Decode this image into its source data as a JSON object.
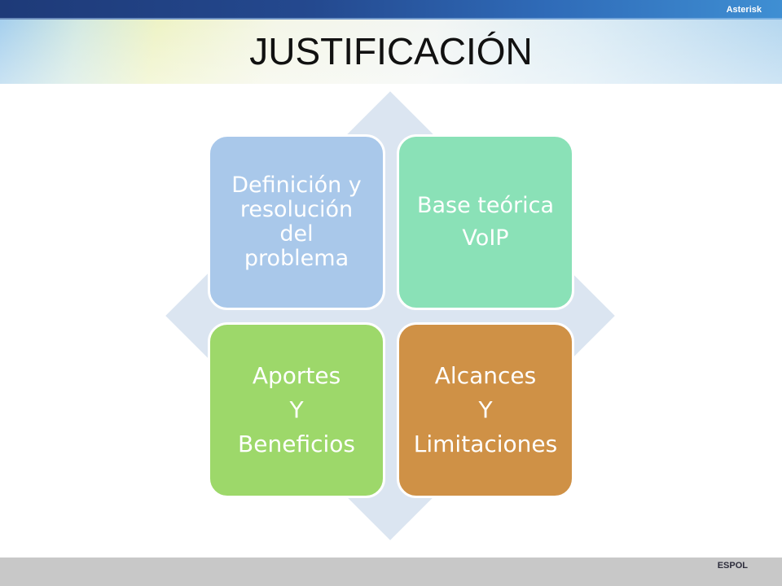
{
  "header": {
    "brand": "Asterisk",
    "title": "JUSTIFICACIÓN"
  },
  "diagram": {
    "background_shape_color": "#dbe5f1",
    "quadrants": [
      {
        "lines": [
          "Definición y",
          "resolución",
          "del",
          "problema"
        ],
        "color": "#a9c8ea"
      },
      {
        "lines": [
          "Base teórica",
          "VoIP"
        ],
        "color": "#8ae1b7"
      },
      {
        "lines": [
          "Aportes",
          "Y",
          "Beneficios"
        ],
        "color": "#9dd86a"
      },
      {
        "lines": [
          "Alcances",
          "Y",
          "Limitaciones"
        ],
        "color": "#cf9146"
      }
    ]
  },
  "footer": {
    "brand": "ESPOL"
  }
}
